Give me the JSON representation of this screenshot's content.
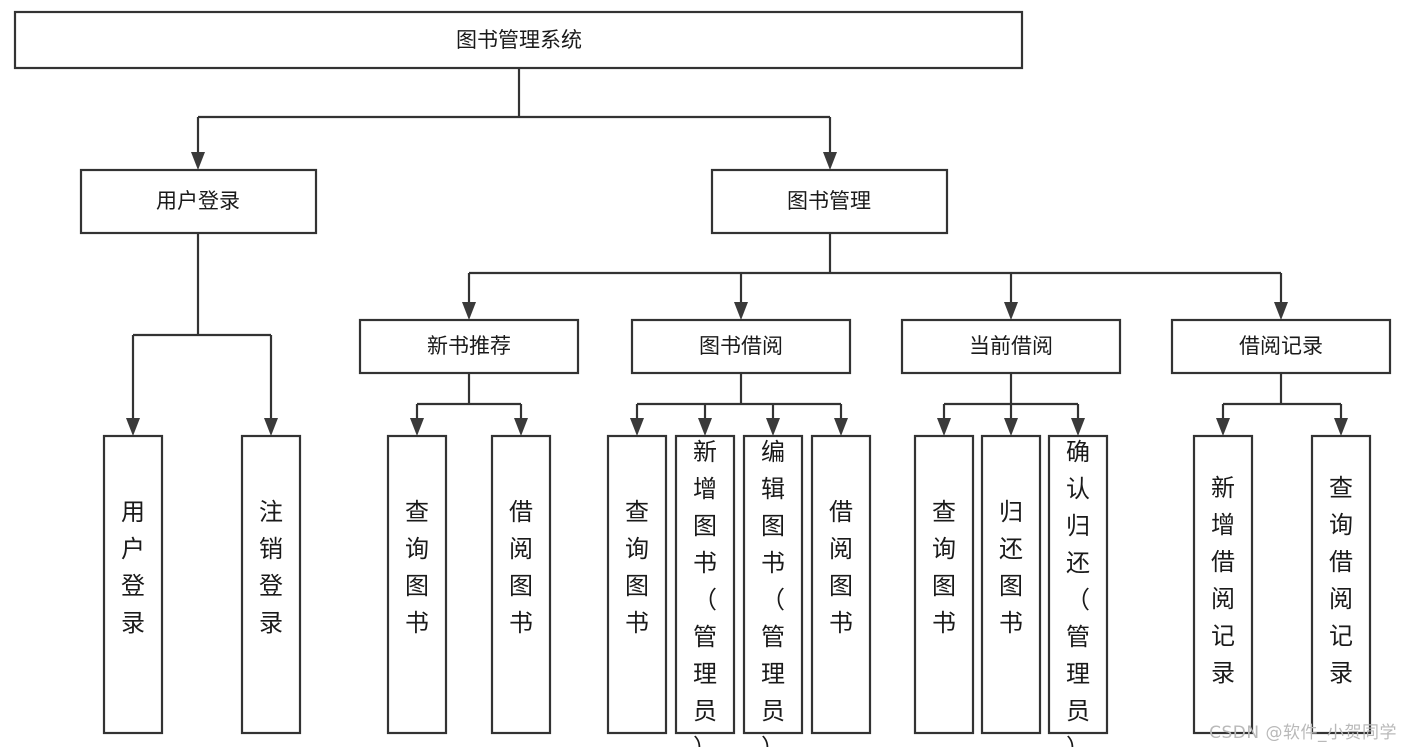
{
  "diagram": {
    "title": "图书管理系统",
    "watermark": "CSDN @软件_小贺同学",
    "colors": {
      "background": "#ffffff",
      "node_fill": "#ffffff",
      "node_stroke": "#333333",
      "connector": "#333333",
      "text": "#1a1a1a",
      "watermark": "#b9b9b9"
    },
    "root": {
      "label": "图书管理系统"
    },
    "level2": [
      {
        "label": "用户登录"
      },
      {
        "label": "图书管理"
      }
    ],
    "level3": [
      {
        "label": "新书推荐"
      },
      {
        "label": "图书借阅"
      },
      {
        "label": "当前借阅"
      },
      {
        "label": "借阅记录"
      }
    ],
    "leaves": {
      "user_login": [
        {
          "label": "用户登录"
        },
        {
          "label": "注销登录"
        }
      ],
      "new_book": [
        {
          "label": "查询图书"
        },
        {
          "label": "借阅图书"
        }
      ],
      "book_borrow": [
        {
          "label": "查询图书"
        },
        {
          "label": "新增图书（管理员）"
        },
        {
          "label": "编辑图书（管理员）"
        },
        {
          "label": "借阅图书"
        }
      ],
      "current_borrow": [
        {
          "label": "查询图书"
        },
        {
          "label": "归还图书"
        },
        {
          "label": "确认归还（管理员）"
        }
      ],
      "borrow_record": [
        {
          "label": "新增借阅记录"
        },
        {
          "label": "查询借阅记录"
        }
      ]
    }
  }
}
